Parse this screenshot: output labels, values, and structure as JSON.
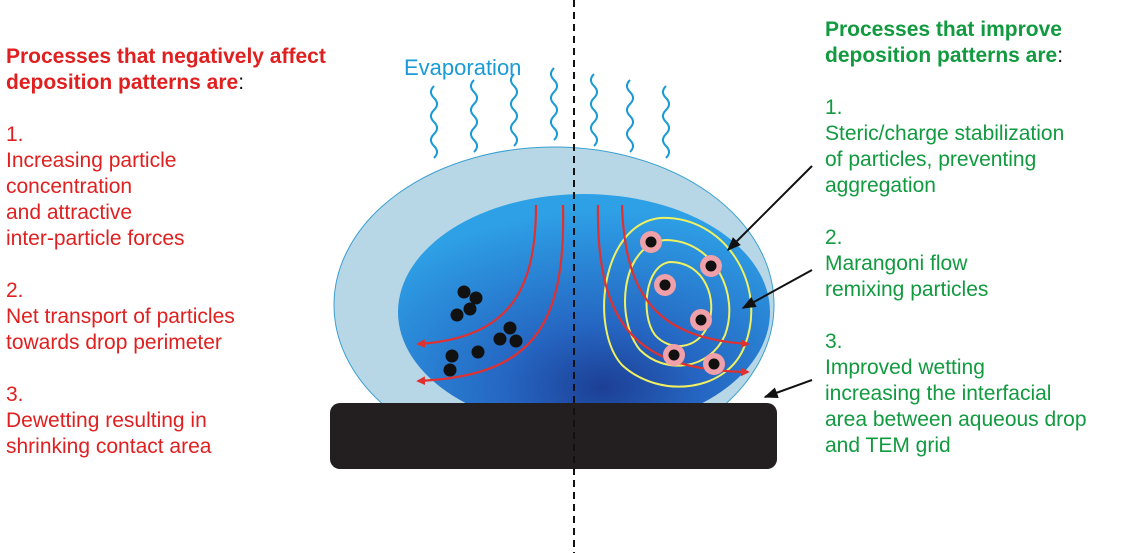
{
  "left_panel": {
    "heading_line1": "Processes that negatively affect",
    "heading_line2": "deposition patterns are",
    "colon": ":",
    "items": [
      {
        "number": "1.",
        "lines": [
          "Increasing particle",
          "concentration",
          "and attractive",
          "inter-particle forces"
        ]
      },
      {
        "number": "2.",
        "lines": [
          "Net transport of particles",
          "towards drop perimeter"
        ]
      },
      {
        "number": "3.",
        "lines": [
          "Dewetting resulting in",
          "shrinking contact area"
        ]
      }
    ]
  },
  "right_panel": {
    "heading_line1": "Processes that improve",
    "heading_line2": "deposition patterns are",
    "colon": ":",
    "items": [
      {
        "number": "1.",
        "lines": [
          "Steric/charge stabilization",
          "of particles, preventing",
          "aggregation"
        ]
      },
      {
        "number": "2.",
        "lines": [
          "Marangoni flow",
          "remixing particles"
        ]
      },
      {
        "number": "3.",
        "lines": [
          "Improved wetting",
          "increasing the interfacial",
          "area between aqueous drop",
          "and TEM grid"
        ]
      }
    ]
  },
  "diagram": {
    "evaporation_label": "Evaporation",
    "colors": {
      "negative_text": "#e02020",
      "positive_text": "#119a3f",
      "evaporation": "#1a9ad6",
      "outer_drop": "#b7d7e6",
      "inner_drop": "#2a8fd8",
      "substrate": "#231f20",
      "flow_arrow": "#e03030",
      "marangoni_loop": "#f0f060",
      "stabilized_particle_ring": "#f0a0a8",
      "particle": "#111111"
    }
  }
}
